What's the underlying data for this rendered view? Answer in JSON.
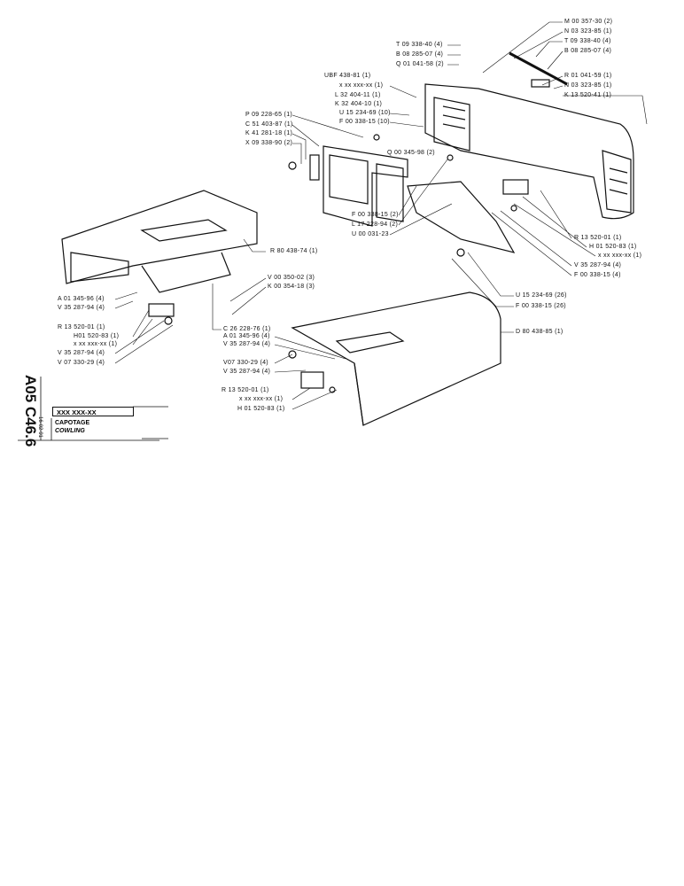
{
  "drawing_code": "A05 C46.6",
  "date": "16-02-91",
  "title_block": {
    "reference": "XXX XXX-XX",
    "title_fr": "CAPOTAGE",
    "title_en": "COWLING"
  },
  "labels": [
    "M 00 357-30 (2)",
    "N 03 323-85 (1)",
    "T 09 338-40 (4)",
    "B 08 285-07 (4)",
    "R 01 041-59 (1)",
    "N 03 323-85 (1)",
    "K 13 520-41 (1)",
    "T 09 338-40 (4)",
    "B 08 285-07 (4)",
    "Q 01 041-58 (2)",
    "UBF 438-81 (1)",
    "x xx xxx-xx (1)",
    "L 32 404-11 (1)",
    "K 32 404-10 (1)",
    "U 15 234-69 (10)",
    "F 00 338-15 (10)",
    "P 09 228-65 (1)",
    "C 51 403-87 (1)",
    "K 41 281-18 (1)",
    "X 09 338-90 (2)",
    "Q 00 345-98 (2)",
    "F 00 338-15 (2)",
    "L 17 228-94 (2)",
    "U 00 031-23",
    "R 80 438-74 (1)",
    "R 13 520-01 (1)",
    "H 01 520-83 (1)",
    "x xx xxx-xx (1)",
    "V 35 287-94 (4)",
    "F 00 338-15 (4)",
    "U 15 234-69 (26)",
    "F 00 338-15 (26)",
    "D 80 438-85 (1)",
    "A 01 345-96 (4)",
    "V 35 287-94 (4)",
    "R 13 520-01 (1)",
    "H01 520-83 (1)",
    "x xx xxx-xx (1)",
    "V 35 287-94 (4)",
    "V 07 330-29 (4)",
    "V 00 350-02 (3)",
    "K 00 354-18 (3)",
    "C 26 228-76 (1)",
    "A 01 345-96 (4)",
    "V 35 287-94 (4)",
    "V07 330-29 (4)",
    "V 35 287-94 (4)",
    "R 13 520-01 (1)",
    "x xx xxx-xx (1)",
    "H 01 520-83 (1)"
  ]
}
